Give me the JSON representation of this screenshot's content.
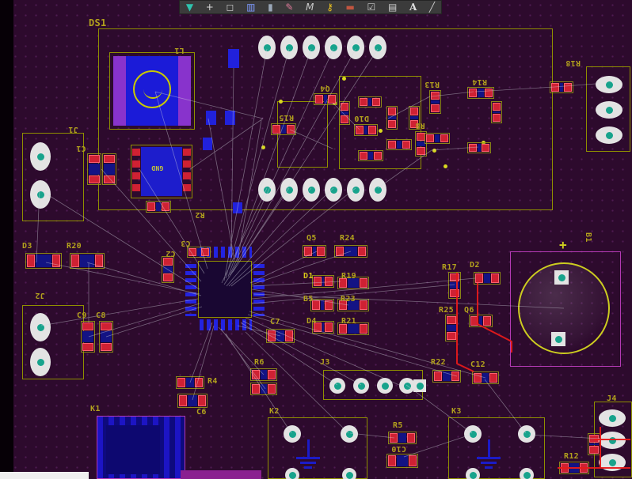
{
  "app": {
    "colors": {
      "canvas_bg": "#2d0a2d",
      "grid_dot": "#843a8e",
      "outline_yellow": "#8f8f00",
      "pad_red": "#cf2133",
      "pad_teal": "#17a38c",
      "body_blue": "#1b1bd8",
      "magenta": "#b43ab4",
      "label_yellow": "#b2a11d",
      "ratsnest": "#d2d5de",
      "trace_red": "#e51a1a"
    }
  },
  "toolbar": {
    "icons": [
      {
        "name": "filter-icon",
        "glyph": "▼"
      },
      {
        "name": "crosshair-icon",
        "glyph": "+"
      },
      {
        "name": "selection-box-icon",
        "glyph": "◻"
      },
      {
        "name": "column-chart-icon",
        "glyph": "▥"
      },
      {
        "name": "filled-rect-icon",
        "glyph": "▮"
      },
      {
        "name": "pencil-icon",
        "glyph": "✎"
      },
      {
        "name": "dimension-icon",
        "glyph": "M"
      },
      {
        "name": "key-icon",
        "glyph": "⚷"
      },
      {
        "name": "eraser-icon",
        "glyph": "▬"
      },
      {
        "name": "checkbox-edit-icon",
        "glyph": "☑"
      },
      {
        "name": "chart-icon",
        "glyph": "▤"
      },
      {
        "name": "text-icon",
        "glyph": "A"
      },
      {
        "name": "line-icon",
        "glyph": "╱"
      }
    ]
  },
  "labels": {
    "ds1": "DS1",
    "l1": "L1",
    "j1": "J1",
    "c1": "C1",
    "gnd": "GND",
    "r2": "R2",
    "r15": "R15",
    "q4": "Q4",
    "d10": "D10",
    "r8": "R8",
    "r13": "R13",
    "r14": "R14",
    "r18": "R18",
    "d3": "D3",
    "r20": "R20",
    "j2": "J2",
    "c9": "C9",
    "c8": "C8",
    "c2": "C2",
    "c3": "C3",
    "q5": "Q5",
    "r24": "R24",
    "d1": "D1",
    "r19": "R19",
    "b5": "B5",
    "r23": "R23",
    "d4": "D4",
    "r21": "R21",
    "c7": "C7",
    "r17": "R17",
    "d2": "D2",
    "r25": "R25",
    "q6": "Q6",
    "b1": "B1",
    "plus": "+",
    "r6": "R6",
    "j3": "J3",
    "r22": "R22",
    "c12": "C12",
    "r4": "R4",
    "c6": "C6",
    "k1": "K1",
    "k2": "K2",
    "k3": "K3",
    "r5": "R5",
    "c10": "C10",
    "j4": "J4",
    "r12": "R12"
  }
}
